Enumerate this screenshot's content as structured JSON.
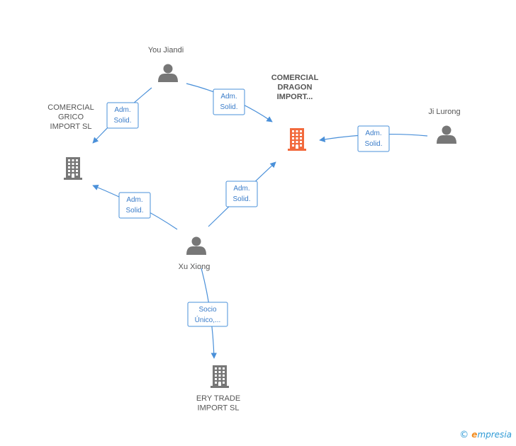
{
  "nodes": {
    "comercial_dragon": {
      "lines": [
        "COMERCIAL",
        "DRAGON",
        "IMPORT..."
      ],
      "kind": "company",
      "color": "#f26a3d"
    },
    "comercial_grico": {
      "lines": [
        "COMERCIAL",
        "GRICO",
        "IMPORT SL"
      ],
      "kind": "company",
      "color": "#777777"
    },
    "ery_trade": {
      "lines": [
        "ERY TRADE",
        "IMPORT SL"
      ],
      "kind": "company",
      "color": "#777777"
    },
    "you_jiandi": {
      "lines": [
        "You Jiandi"
      ],
      "kind": "person",
      "color": "#777777"
    },
    "ji_lurong": {
      "lines": [
        "Ji Lurong"
      ],
      "kind": "person",
      "color": "#777777"
    },
    "xu_xiong": {
      "lines": [
        "Xu Xiong"
      ],
      "kind": "person",
      "color": "#777777"
    }
  },
  "edges": [
    {
      "from": "you_jiandi",
      "to": "comercial_grico",
      "badge": [
        "Adm.",
        "Solid."
      ]
    },
    {
      "from": "you_jiandi",
      "to": "comercial_dragon",
      "badge": [
        "Adm.",
        "Solid."
      ]
    },
    {
      "from": "ji_lurong",
      "to": "comercial_dragon",
      "badge": [
        "Adm.",
        "Solid."
      ]
    },
    {
      "from": "xu_xiong",
      "to": "comercial_grico",
      "badge": [
        "Adm.",
        "Solid."
      ]
    },
    {
      "from": "xu_xiong",
      "to": "comercial_dragon",
      "badge": [
        "Adm.",
        "Solid."
      ]
    },
    {
      "from": "xu_xiong",
      "to": "ery_trade",
      "badge": [
        "Socio",
        "Único,..."
      ]
    }
  ],
  "colors": {
    "edge": "#4a90d9",
    "badge_text": "#3a7cc9",
    "highlight": "#f26a3d",
    "icon": "#777777"
  },
  "brand": {
    "copyright": "©",
    "e": "e",
    "rest": "mpresia"
  }
}
